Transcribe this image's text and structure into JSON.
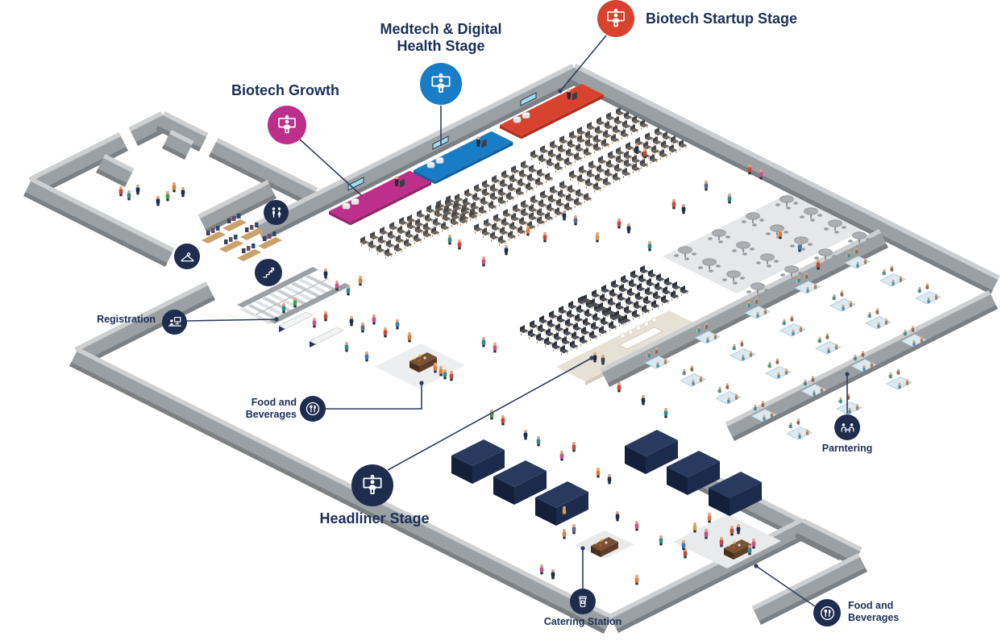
{
  "colors": {
    "label_text": "#1C2F55",
    "navy": "#1E2C4E",
    "stage_red": "#D8432F",
    "stage_blue": "#187CC7",
    "stage_magenta": "#BE2E8B",
    "stage_red_side": "#AF3020",
    "stage_blue_side": "#1261A0",
    "stage_magenta_side": "#93246C",
    "wall_gray": "#9AA0A4",
    "leader_line": "#2E3D5C"
  },
  "callouts": {
    "biotech_startup": {
      "label": "Biotech Startup Stage",
      "icon": "podium-icon",
      "circle_color": "#D8432F"
    },
    "medtech": {
      "label": "Medtech & Digital Health Stage",
      "icon": "podium-icon",
      "circle_color": "#187CC7"
    },
    "biotech_growth": {
      "label": "Biotech Growth",
      "icon": "podium-icon",
      "circle_color": "#BE2E8B"
    },
    "headliner": {
      "label": "Headliner Stage",
      "icon": "podium-icon",
      "circle_color": "#1E2C4E"
    },
    "registration": {
      "label": "Registration",
      "icon": "registration-desk-icon",
      "circle_color": "#1E2C4E"
    },
    "food_beverages_left": {
      "label": "Food and Beverages",
      "icon": "food-icon",
      "circle_color": "#1E2C4E"
    },
    "catering_station": {
      "label": "Catering Station",
      "icon": "coffee-cup-icon",
      "circle_color": "#1E2C4E"
    },
    "partnering": {
      "label": "Parntering",
      "icon": "partnering-icon",
      "circle_color": "#1E2C4E"
    },
    "food_beverages_right": {
      "label": "Food and Beverages",
      "icon": "food-icon",
      "circle_color": "#1E2C4E"
    }
  },
  "floor_icons": {
    "restroom": {
      "icon": "restroom-icon",
      "circle_color": "#1E2C4E"
    },
    "coat_check": {
      "icon": "hanger-icon",
      "circle_color": "#1E2C4E"
    },
    "escalator": {
      "icon": "escalator-icon",
      "circle_color": "#1E2C4E"
    }
  }
}
